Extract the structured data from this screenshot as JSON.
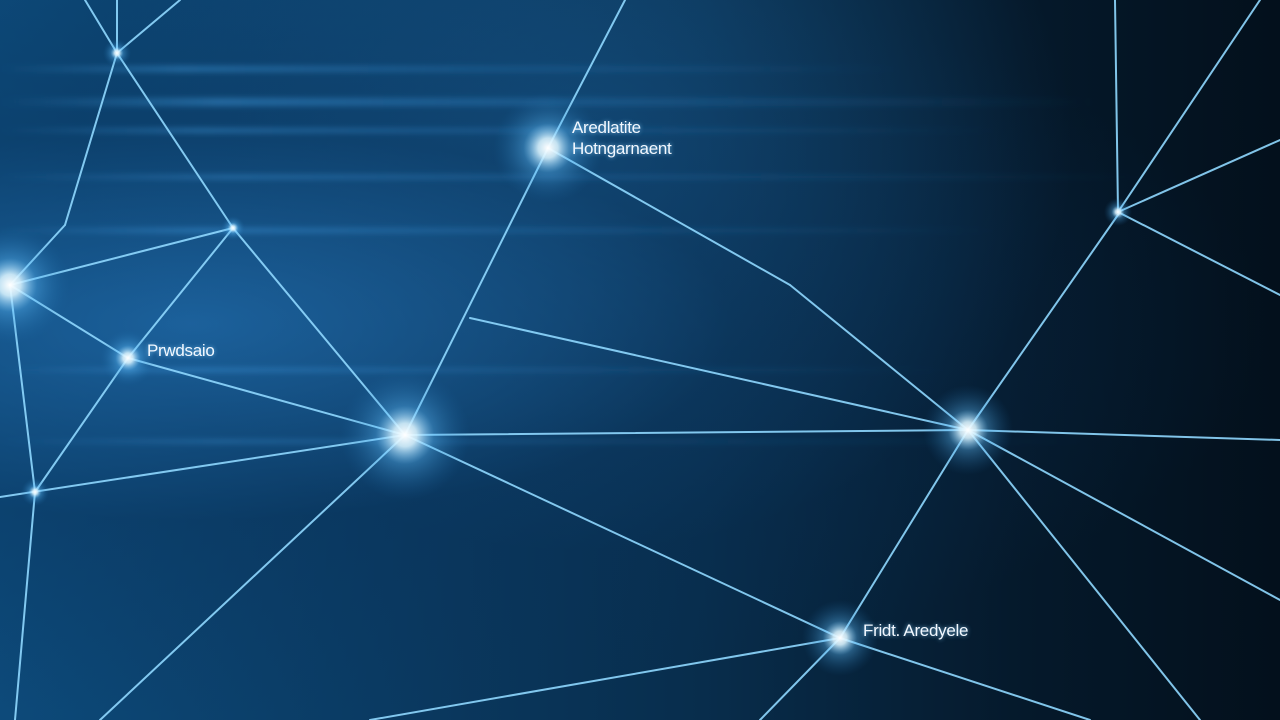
{
  "labels": {
    "top_line1": "Aredlatite",
    "top_line2": "Hotngarnaent",
    "left": "Prwdsaio",
    "bottom_right": "Fridt. Aredyele"
  },
  "colors": {
    "line": "#8fd8ff",
    "glow": "#dff6ff",
    "background_dark": "#03121f",
    "background_light": "#0d4a7a"
  }
}
